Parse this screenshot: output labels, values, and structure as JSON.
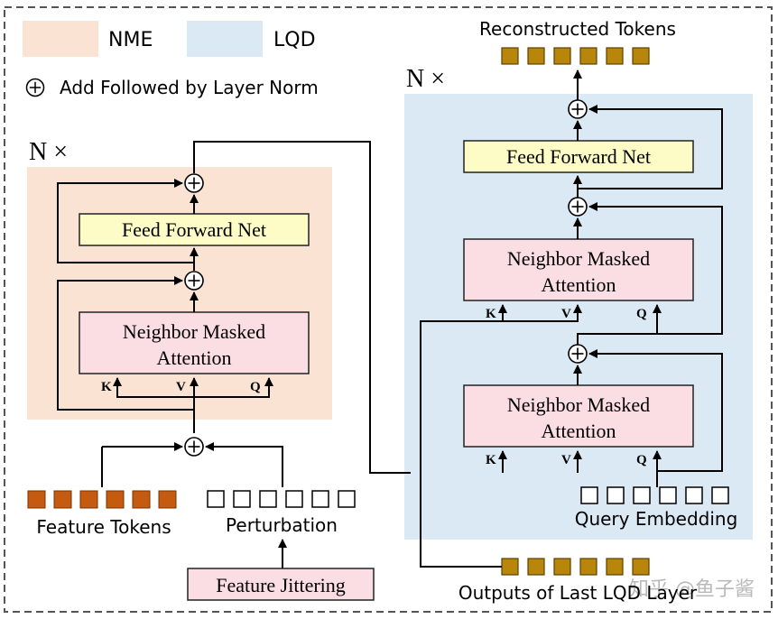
{
  "legend": {
    "nme_label": "NME",
    "lqd_label": "LQD",
    "add_norm_label": "Add Followed by Layer Norm"
  },
  "nme_block": {
    "repeat_label": "N ×",
    "feed_forward_label": "Feed Forward Net",
    "attention_line1": "Neighbor Masked",
    "attention_line2": "Attention",
    "k_label": "K",
    "v_label": "V",
    "q_label": "Q"
  },
  "lqd_block": {
    "repeat_label": "N ×",
    "feed_forward_label": "Feed Forward Net",
    "attention_top_line1": "Neighbor Masked",
    "attention_top_line2": "Attention",
    "attention_bottom_line1": "Neighbor Masked",
    "attention_bottom_line2": "Attention",
    "k_label": "K",
    "v_label": "V",
    "q_label": "Q"
  },
  "labels": {
    "reconstructed_tokens": "Reconstructed Tokens",
    "feature_tokens": "Feature Tokens",
    "perturbation": "Perturbation",
    "feature_jittering": "Feature Jittering",
    "query_embedding": "Query Embedding",
    "outputs_last_lqd": "Outputs of Last LQD Layer",
    "watermark": "知乎 @鱼子酱"
  },
  "colors": {
    "nme_bg": "#fbe3d3",
    "lqd_bg": "#dbe9f5",
    "attention_fill": "#fbdde4",
    "ffn_fill": "#fdfcc6",
    "jitter_fill": "#fbdde4",
    "feature_token": "#c55a11",
    "reconstructed_token": "#b8860b"
  }
}
